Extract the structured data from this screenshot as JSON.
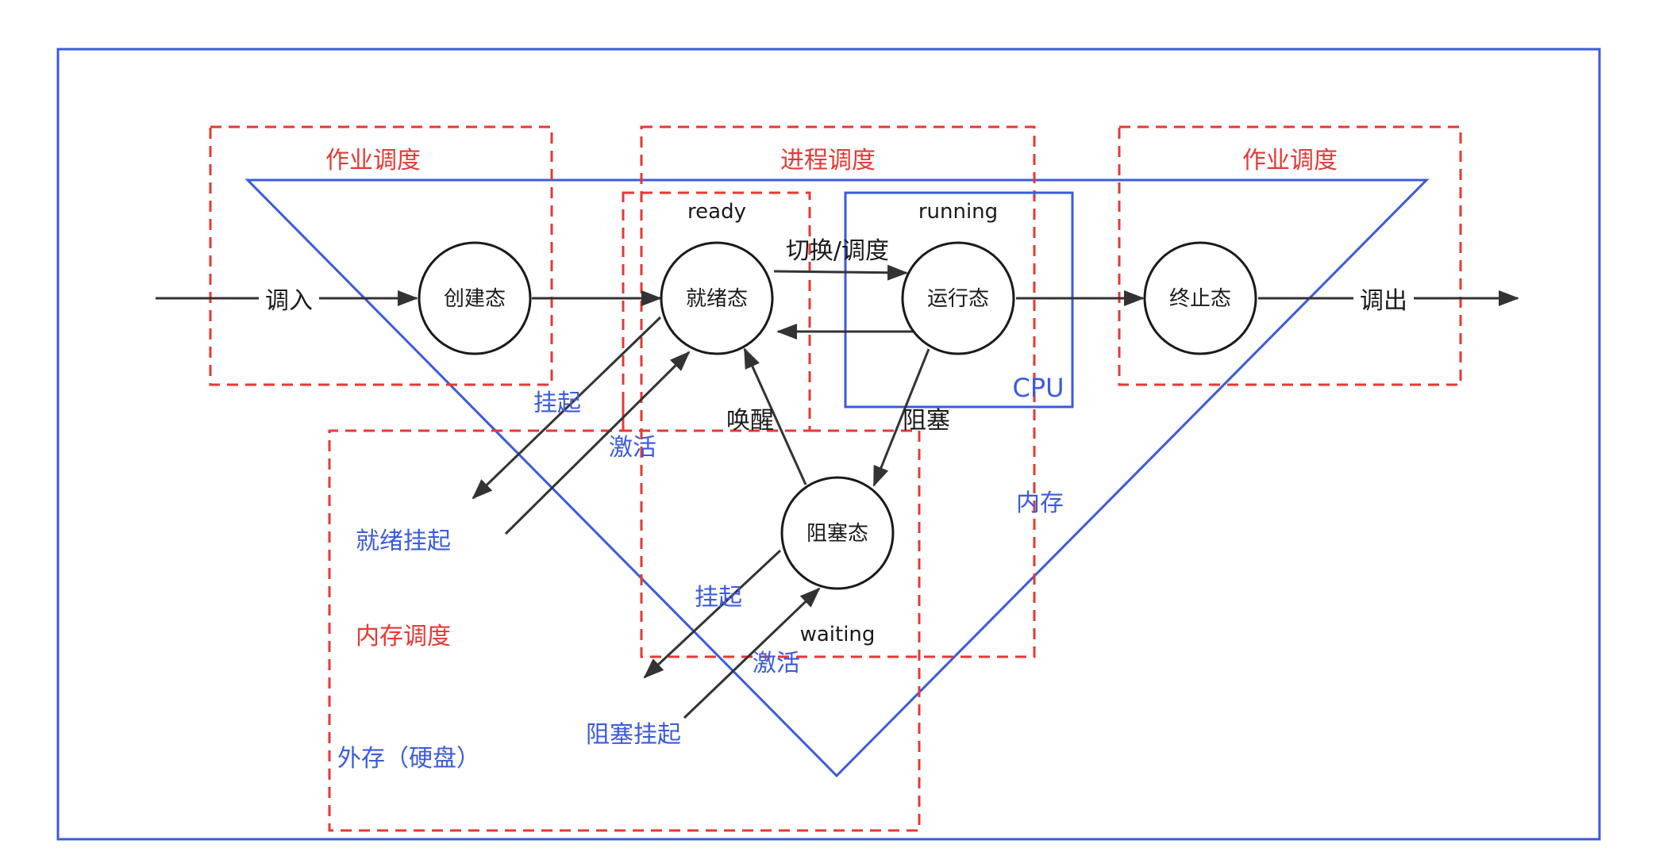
{
  "colors": {
    "blue": "#3b5bdb",
    "red": "#e53935",
    "black": "#1a1a1a"
  },
  "regions": {
    "job_schedule_left": "作业调度",
    "process_schedule": "进程调度",
    "job_schedule_right": "作业调度",
    "memory_schedule": "内存调度",
    "memory": "内存",
    "external_storage": "外存（硬盘）",
    "cpu": "CPU"
  },
  "states": {
    "ready_en": "ready",
    "running_en": "running",
    "waiting_en": "waiting",
    "create": "创建态",
    "ready": "就绪态",
    "running": "运行态",
    "terminate": "终止态",
    "blocked": "阻塞态",
    "ready_suspend": "就绪挂起",
    "blocked_suspend": "阻塞挂起"
  },
  "transitions": {
    "load_in": "调入",
    "load_out": "调出",
    "switch_schedule": "切换/调度",
    "block": "阻塞",
    "wakeup": "唤醒",
    "suspend_ready": "挂起",
    "activate_ready": "激活",
    "suspend_blocked": "挂起",
    "activate_blocked": "激活"
  }
}
